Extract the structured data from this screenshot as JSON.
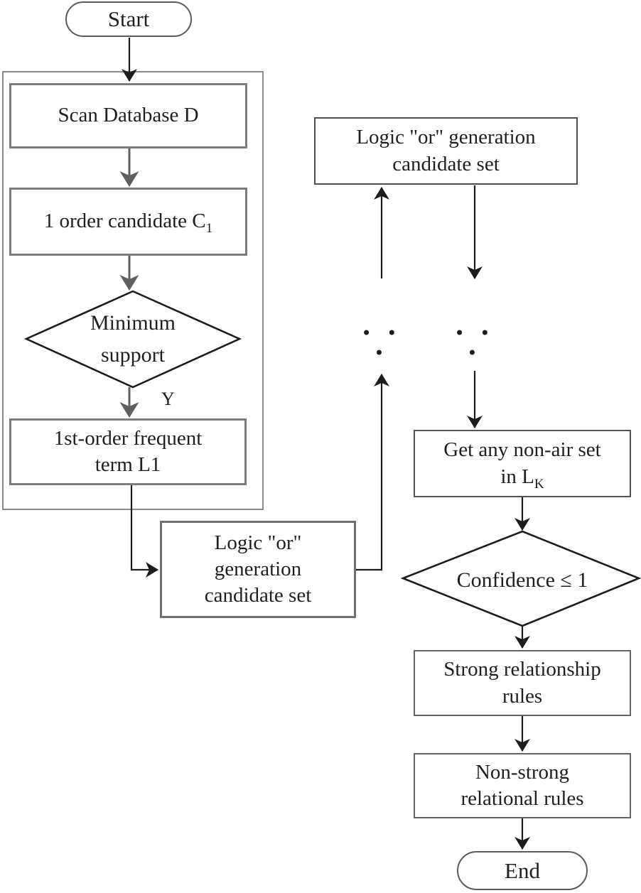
{
  "nodes": {
    "start": {
      "label": "Start"
    },
    "scan_db": {
      "label": "Scan Database D"
    },
    "candidate_c1": {
      "text": "1 order candidate C",
      "sub": "1"
    },
    "min_support": {
      "lines": [
        "Minimum",
        "support"
      ]
    },
    "y_label": "Y",
    "frequent_l1": {
      "lines": [
        "1st-order frequent",
        "term L1"
      ]
    },
    "logic_or_bottom": {
      "lines": [
        "Logic \"or\"",
        "generation",
        "candidate set"
      ]
    },
    "logic_or_top": {
      "lines": [
        "Logic \"or\" generation",
        "candidate set"
      ]
    },
    "non_air_lk": {
      "line1": "Get any non-air set",
      "line2_text": "in L",
      "line2_sub": "K"
    },
    "confidence": {
      "label": "Confidence ≤ 1"
    },
    "strong_rules": {
      "lines": [
        "Strong relationship",
        "rules"
      ]
    },
    "non_strong_rules": {
      "lines": [
        "Non-strong",
        "relational rules"
      ]
    },
    "end": {
      "label": "End"
    }
  },
  "ellipsis": {
    "left": "• • •",
    "right": "• • •"
  },
  "colors": {
    "arrow_black": "#1c1c1c",
    "arrow_gray": "#5f5f5f",
    "box_border": "#7c7c7c",
    "dark_border": "#4f4f4f",
    "stadium_border": "#5a5a5a",
    "text": "#1f1f1f",
    "bg": "#ffffff"
  }
}
